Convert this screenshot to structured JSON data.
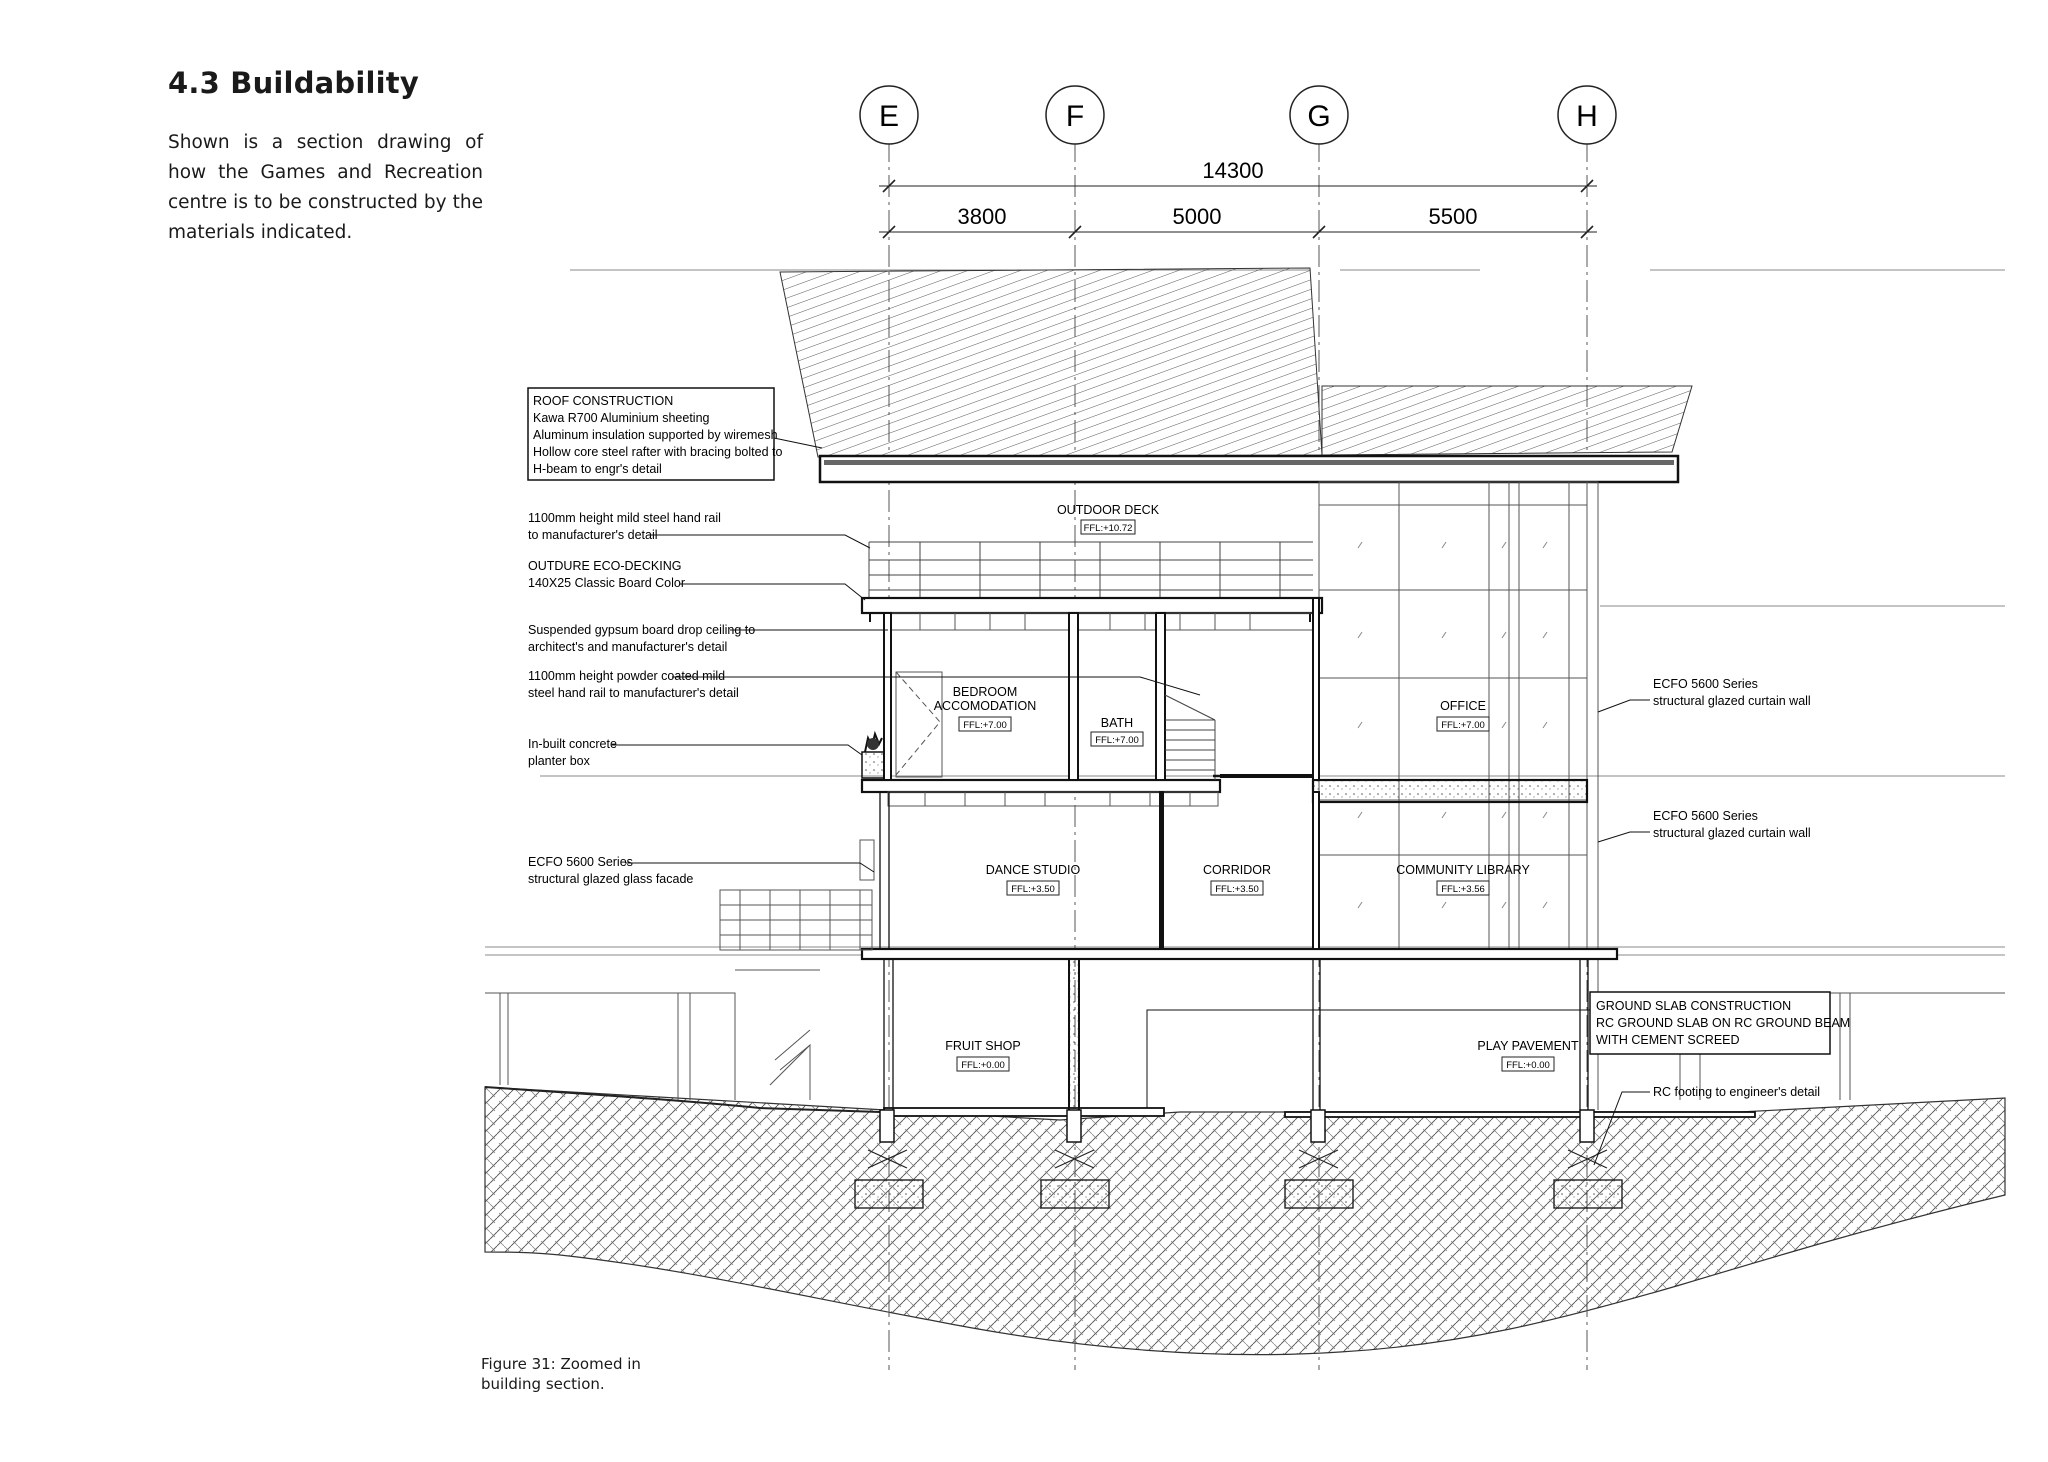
{
  "heading": "4.3  Buildability",
  "intro": "Shown is a section drawing of how the Games and Recreation centre is to be constructed by the materials indicated.",
  "caption": {
    "line1": "Figure 31: Zoomed in",
    "line2": "building section."
  },
  "axes": [
    "E",
    "F",
    "G",
    "H"
  ],
  "dimensions": {
    "overall": "14300",
    "spans": [
      "3800",
      "5000",
      "5500"
    ]
  },
  "rooms": {
    "outdoor_deck": {
      "name": "OUTDOOR DECK",
      "ffl": "FFL:+10.72"
    },
    "bedroom": {
      "name1": "BEDROOM",
      "name2": "ACCOMODATION",
      "ffl": "FFL:+7.00"
    },
    "bath": {
      "name": "BATH",
      "ffl": "FFL:+7.00"
    },
    "office": {
      "name": "OFFICE",
      "ffl": "FFL:+7.00"
    },
    "dance_studio": {
      "name": "DANCE STUDIO",
      "ffl": "FFL:+3.50"
    },
    "corridor": {
      "name": "CORRIDOR",
      "ffl": "FFL:+3.50"
    },
    "community_library": {
      "name": "COMMUNITY LIBRARY",
      "ffl": "FFL:+3.56"
    },
    "fruit_shop": {
      "name": "FRUIT SHOP",
      "ffl": "FFL:+0.00"
    },
    "play_pavement": {
      "name": "PLAY PAVEMENT",
      "ffl": "FFL:+0.00"
    }
  },
  "notes": {
    "roof": [
      "ROOF CONSTRUCTION",
      "Kawa R700 Aluminium sheeting",
      "Aluminum insulation supported by wiremesh",
      "Hollow core steel rafter with bracing bolted to",
      "H-beam to engr's detail"
    ],
    "handrail_deck": [
      "1100mm height mild steel hand rail",
      "to manufacturer's detail"
    ],
    "decking": [
      "OUTDURE ECO-DECKING",
      "140X25 Classic Board Color"
    ],
    "ceiling": [
      "Suspended gypsum board drop ceiling to",
      "architect's and manufacturer's detail"
    ],
    "handrail_powder": [
      "1100mm height powder coated mild",
      "steel hand rail to manufacturer's detail"
    ],
    "planter": [
      "In-built concrete",
      "planter box"
    ],
    "facade": [
      "ECFO 5600 Series",
      "structural glazed glass facade"
    ],
    "curtain_upper": [
      "ECFO 5600 Series",
      "structural glazed curtain wall"
    ],
    "curtain_lower": [
      "ECFO 5600 Series",
      "structural glazed curtain wall"
    ],
    "ground_slab": [
      "GROUND SLAB CONSTRUCTION",
      "RC GROUND SLAB ON RC GROUND BEAM",
      "WITH CEMENT SCREED"
    ],
    "footing": [
      "RC footing to engineer's detail"
    ]
  }
}
